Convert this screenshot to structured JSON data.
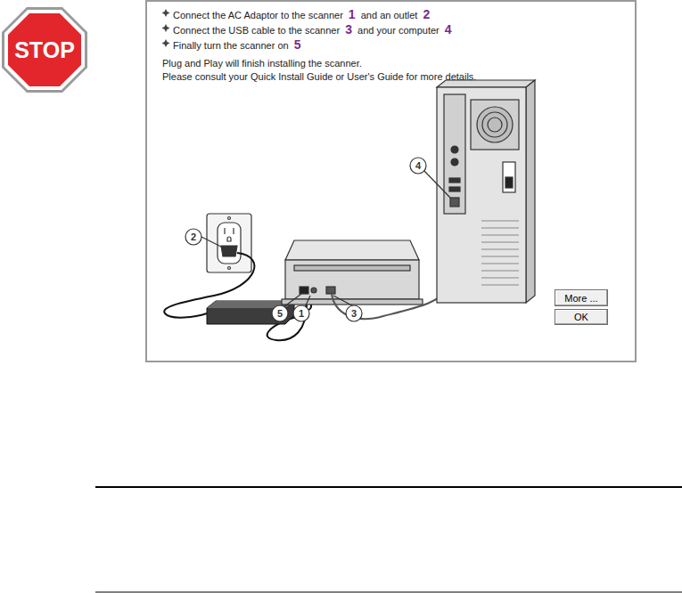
{
  "diagram": {
    "nodes": [
      {
        "text": [
          "STOP"
        ]
      },
      {
        "text": [
          "More ..."
        ]
      },
      {
        "text": [
          "OK"
        ]
      }
    ],
    "labels": [
      "Connect the AC Adaptor to the scanner",
      "1",
      "and an outlet",
      "2",
      "Connect the USB cable to the scanner",
      "3",
      "and your computer",
      "4",
      "Finally turn the scanner on",
      "5",
      "Plug and Play will finish installing the scanner.",
      "Please consult your Quick Install Guide or User's Guide for more details.",
      "4",
      "2",
      "5",
      "1",
      "3"
    ]
  }
}
